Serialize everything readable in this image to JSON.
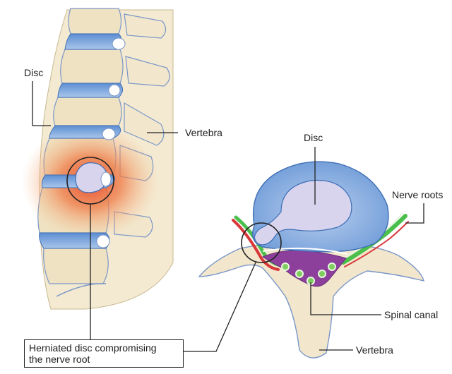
{
  "labels": {
    "disc_left": "Disc",
    "vertebra_left": "Vertebra",
    "disc_right": "Disc",
    "nerve_roots": "Nerve roots",
    "spinal_canal": "Spinal canal",
    "vertebra_right": "Vertebra",
    "caption_line1": "Herniated disc compromising",
    "caption_line2": "the nerve root"
  },
  "colors": {
    "bone": "#f2e7cc",
    "bone_outline": "#7a96c8",
    "disc": "#7fa8dc",
    "disc_nucleus": "#d9d4ee",
    "inflammation": "#e8452a",
    "nerve": "#4bbf4b",
    "nerve_blood": "#d8383a",
    "canal": "#8d3f9c",
    "leader": "#222222"
  }
}
